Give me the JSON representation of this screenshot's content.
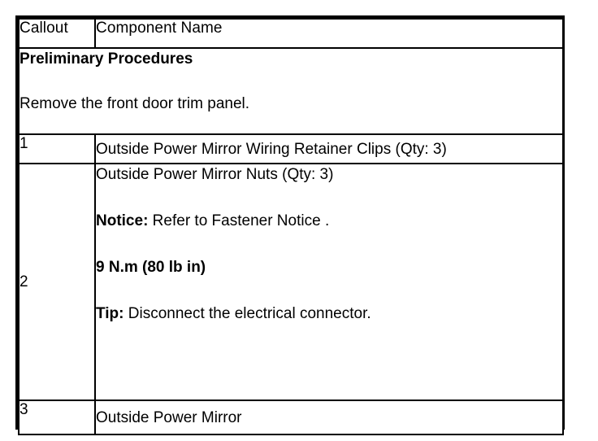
{
  "table": {
    "headers": {
      "callout": "Callout",
      "component_name": "Component Name"
    },
    "preliminary": {
      "title": "Preliminary Procedures",
      "text": "Remove the front door trim panel."
    },
    "rows": [
      {
        "callout": "1",
        "name": "Outside Power Mirror Wiring Retainer Clips (Qty: 3)"
      },
      {
        "callout": "2",
        "paragraphs": {
          "p1_text": "Outside Power Mirror Nuts (Qty: 3)",
          "p2_lead": "Notice:",
          "p2_rest": " Refer to Fastener Notice .",
          "p3_text": "9 N.m (80 lb in)",
          "p4_lead": "Tip:",
          "p4_rest": " Disconnect the electrical connector."
        }
      },
      {
        "callout": "3",
        "name": "Outside Power Mirror"
      }
    ]
  },
  "colors": {
    "border": "#000000",
    "background": "#ffffff",
    "text": "#000000"
  }
}
